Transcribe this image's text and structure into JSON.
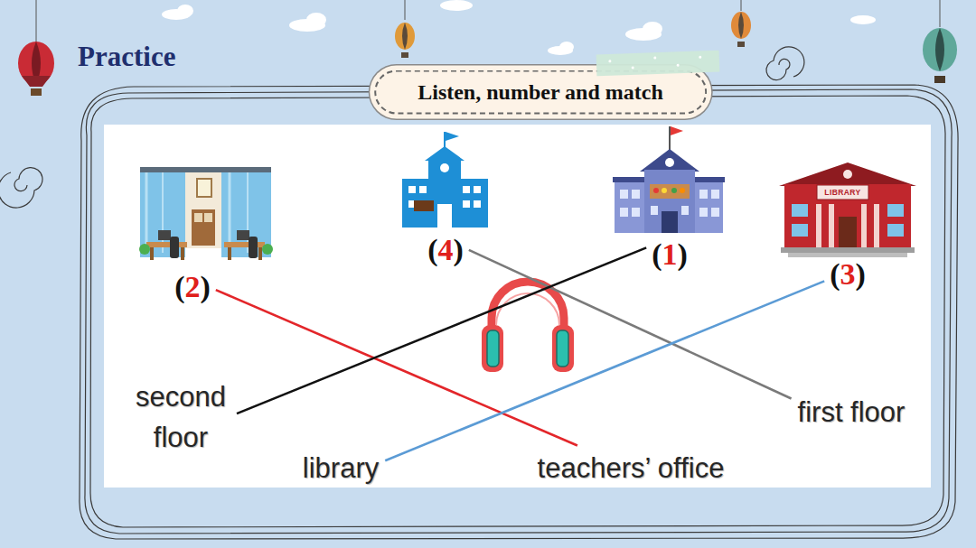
{
  "diagram": {
    "title": "Practice",
    "nodes": [
      {
        "text": [
          "Listen, number and match"
        ]
      },
      {
        "text": [
          "(2)"
        ]
      },
      {
        "text": [
          "(4)"
        ]
      },
      {
        "text": [
          "(1)"
        ]
      },
      {
        "text": [
          "(3)"
        ]
      },
      {
        "text": [
          "second floor"
        ]
      },
      {
        "text": [
          "first floor"
        ]
      },
      {
        "text": [
          "library"
        ]
      },
      {
        "text": [
          "teachers’ office"
        ]
      }
    ],
    "edges": [
      {
        "from": 1,
        "to": 8,
        "arrow": "none"
      },
      {
        "from": 2,
        "to": 6,
        "arrow": "none"
      },
      {
        "from": 3,
        "to": 5,
        "arrow": "none"
      },
      {
        "from": 4,
        "to": 7,
        "arrow": "none"
      }
    ],
    "labels": [
      "LIBRARY"
    ]
  }
}
